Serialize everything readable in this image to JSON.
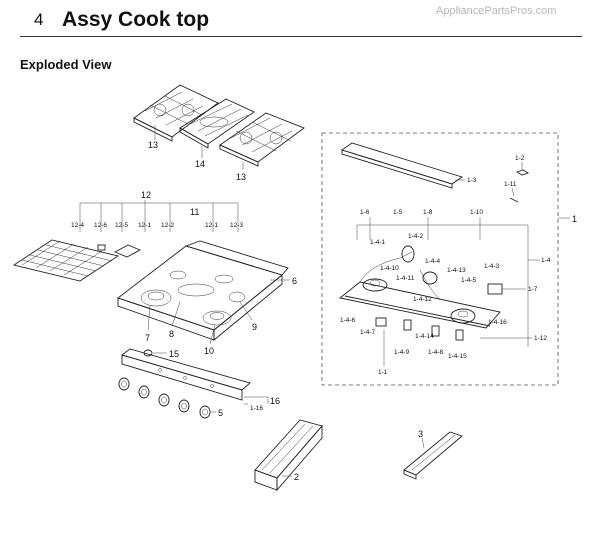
{
  "header": {
    "section_number": "4",
    "title": "Assy Cook top",
    "watermark": "AppliancePartsPros.com"
  },
  "subtitle": "Exploded View",
  "part_labels": {
    "p13a": "13",
    "p14": "14",
    "p13b": "13",
    "p12": "12",
    "p12_4": "12-4",
    "p12_6": "12-6",
    "p12_5": "12-5",
    "p12_1a": "12-1",
    "p12_2": "12-2",
    "p11": "11",
    "p12_1b": "12-1",
    "p12_3": "12-3",
    "p6": "6",
    "p7": "7",
    "p8": "8",
    "p9": "9",
    "p10": "10",
    "p15": "15",
    "p16": "16",
    "p1_16": "1-16",
    "p5": "5",
    "p2": "2",
    "p3": "3",
    "p1": "1",
    "p1_2": "1-2",
    "p1_3": "1-3",
    "p1_11": "1-11",
    "p1_6": "1-6",
    "p1_5": "1-5",
    "p1_8": "1-8",
    "p1_10": "1-10",
    "p1_4": "1-4",
    "p1_4_1": "1-4-1",
    "p1_4_2": "1-4-2",
    "p1_4_10": "1-4-10",
    "p1_4_11": "1-4-11",
    "p1_4_4": "1-4-4",
    "p1_4_13": "1-4-13",
    "p1_4_3": "1-4-3",
    "p1_4_5": "1-4-5",
    "p1_7": "1-7",
    "p1_4_12": "1-4-12",
    "p1_4_6": "1-4-6",
    "p1_4_7": "1-4-7",
    "p1_4_14": "1-4-14",
    "p1_4_16": "1-4-16",
    "p1_12": "1-12",
    "p1_4_9": "1-4-9",
    "p1_4_8": "1-4-8",
    "p1_4_15": "1-4-15",
    "p1_1": "1-1"
  }
}
